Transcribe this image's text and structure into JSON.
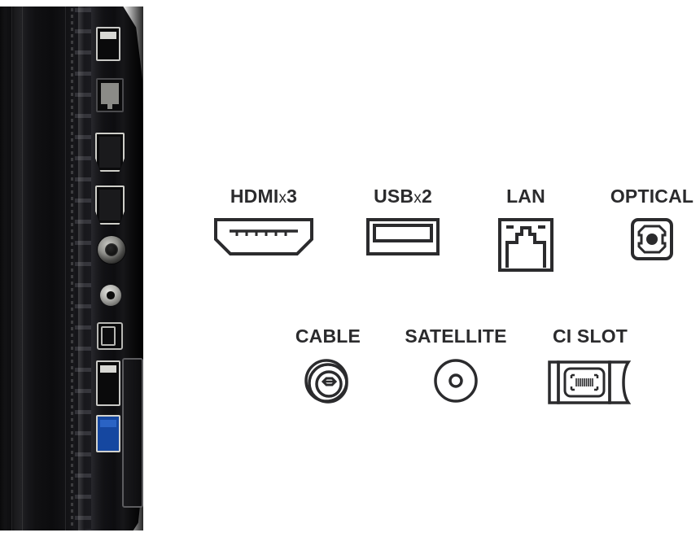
{
  "page": {
    "background_color": "#ffffff",
    "label_color": "#2b2b2d",
    "icon_stroke_color": "#2b2b2d"
  },
  "product_photo": {
    "alt_name": "tv-side-panel-photo",
    "body_color": "#101012",
    "ports": [
      {
        "name": "usb-port-top",
        "type": "usb"
      },
      {
        "name": "lan-port",
        "type": "lan"
      },
      {
        "name": "hdmi-port-1",
        "type": "hdmi"
      },
      {
        "name": "hdmi-port-2",
        "type": "hdmi"
      },
      {
        "name": "cable-antenna-port",
        "type": "coax"
      },
      {
        "name": "satellite-port",
        "type": "coax-f"
      },
      {
        "name": "optical-port",
        "type": "optical"
      },
      {
        "name": "usb-port-middle",
        "type": "usb"
      },
      {
        "name": "usb3-port",
        "type": "usb3"
      },
      {
        "name": "ci-slot-port",
        "type": "ci-slot"
      }
    ]
  },
  "specs": {
    "row1": [
      {
        "key": "hdmi",
        "label": "HDMI",
        "multiplier": "x",
        "count": "3",
        "icon": "hdmi-port-icon"
      },
      {
        "key": "usb",
        "label": "USB",
        "multiplier": "x",
        "count": "2",
        "icon": "usb-port-icon"
      },
      {
        "key": "lan",
        "label": "LAN",
        "multiplier": "",
        "count": "",
        "icon": "lan-port-icon"
      },
      {
        "key": "optical",
        "label": "OPTICAL",
        "multiplier": "",
        "count": "",
        "icon": "optical-port-icon"
      }
    ],
    "row2": [
      {
        "key": "cable",
        "label": "CABLE",
        "multiplier": "",
        "count": "",
        "icon": "cable-connector-icon"
      },
      {
        "key": "satellite",
        "label": "SATELLITE",
        "multiplier": "",
        "count": "",
        "icon": "satellite-connector-icon"
      },
      {
        "key": "ci_slot",
        "label": "CI SLOT",
        "multiplier": "",
        "count": "",
        "icon": "ci-slot-icon"
      }
    ]
  }
}
